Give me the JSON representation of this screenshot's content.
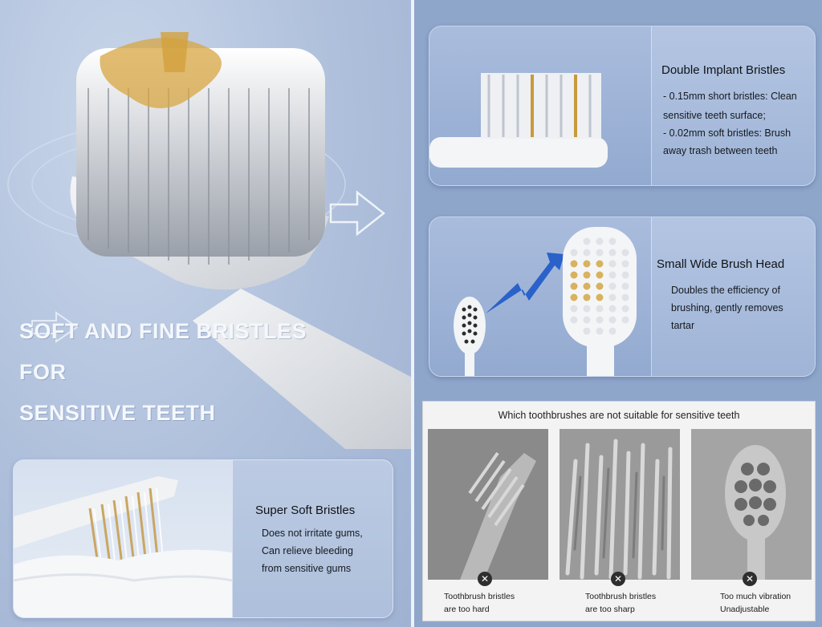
{
  "left": {
    "headline": [
      "SOFT AND FINE BRISTLES",
      "FOR",
      "SENSITIVE TEETH"
    ],
    "card": {
      "title": "Super Soft Bristles",
      "lines": [
        "Does not irritate gums,",
        "Can relieve bleeding",
        "from sensitive gums"
      ]
    }
  },
  "features": [
    {
      "title": "Double Implant Bristles",
      "lines": [
        "- 0.15mm short bristles: Clean",
        "sensitive teeth surface;",
        "- 0.02mm soft bristles: Brush",
        "away trash between teeth"
      ]
    },
    {
      "title": "Small Wide Brush Head",
      "lines": [
        "Doubles the efficiency of",
        "brushing, gently removes",
        "tartar"
      ]
    }
  ],
  "comparison": {
    "title": "Which toothbrushes are not suitable for sensitive teeth",
    "items": [
      {
        "icon": "x-icon",
        "lines": [
          "Toothbrush bristles",
          "are too hard"
        ]
      },
      {
        "icon": "x-icon",
        "lines": [
          "Toothbrush bristles",
          "are too sharp"
        ]
      },
      {
        "icon": "x-icon",
        "lines": [
          "Too much vibration",
          "Unadjustable"
        ]
      }
    ],
    "x_glyph": "✕"
  }
}
